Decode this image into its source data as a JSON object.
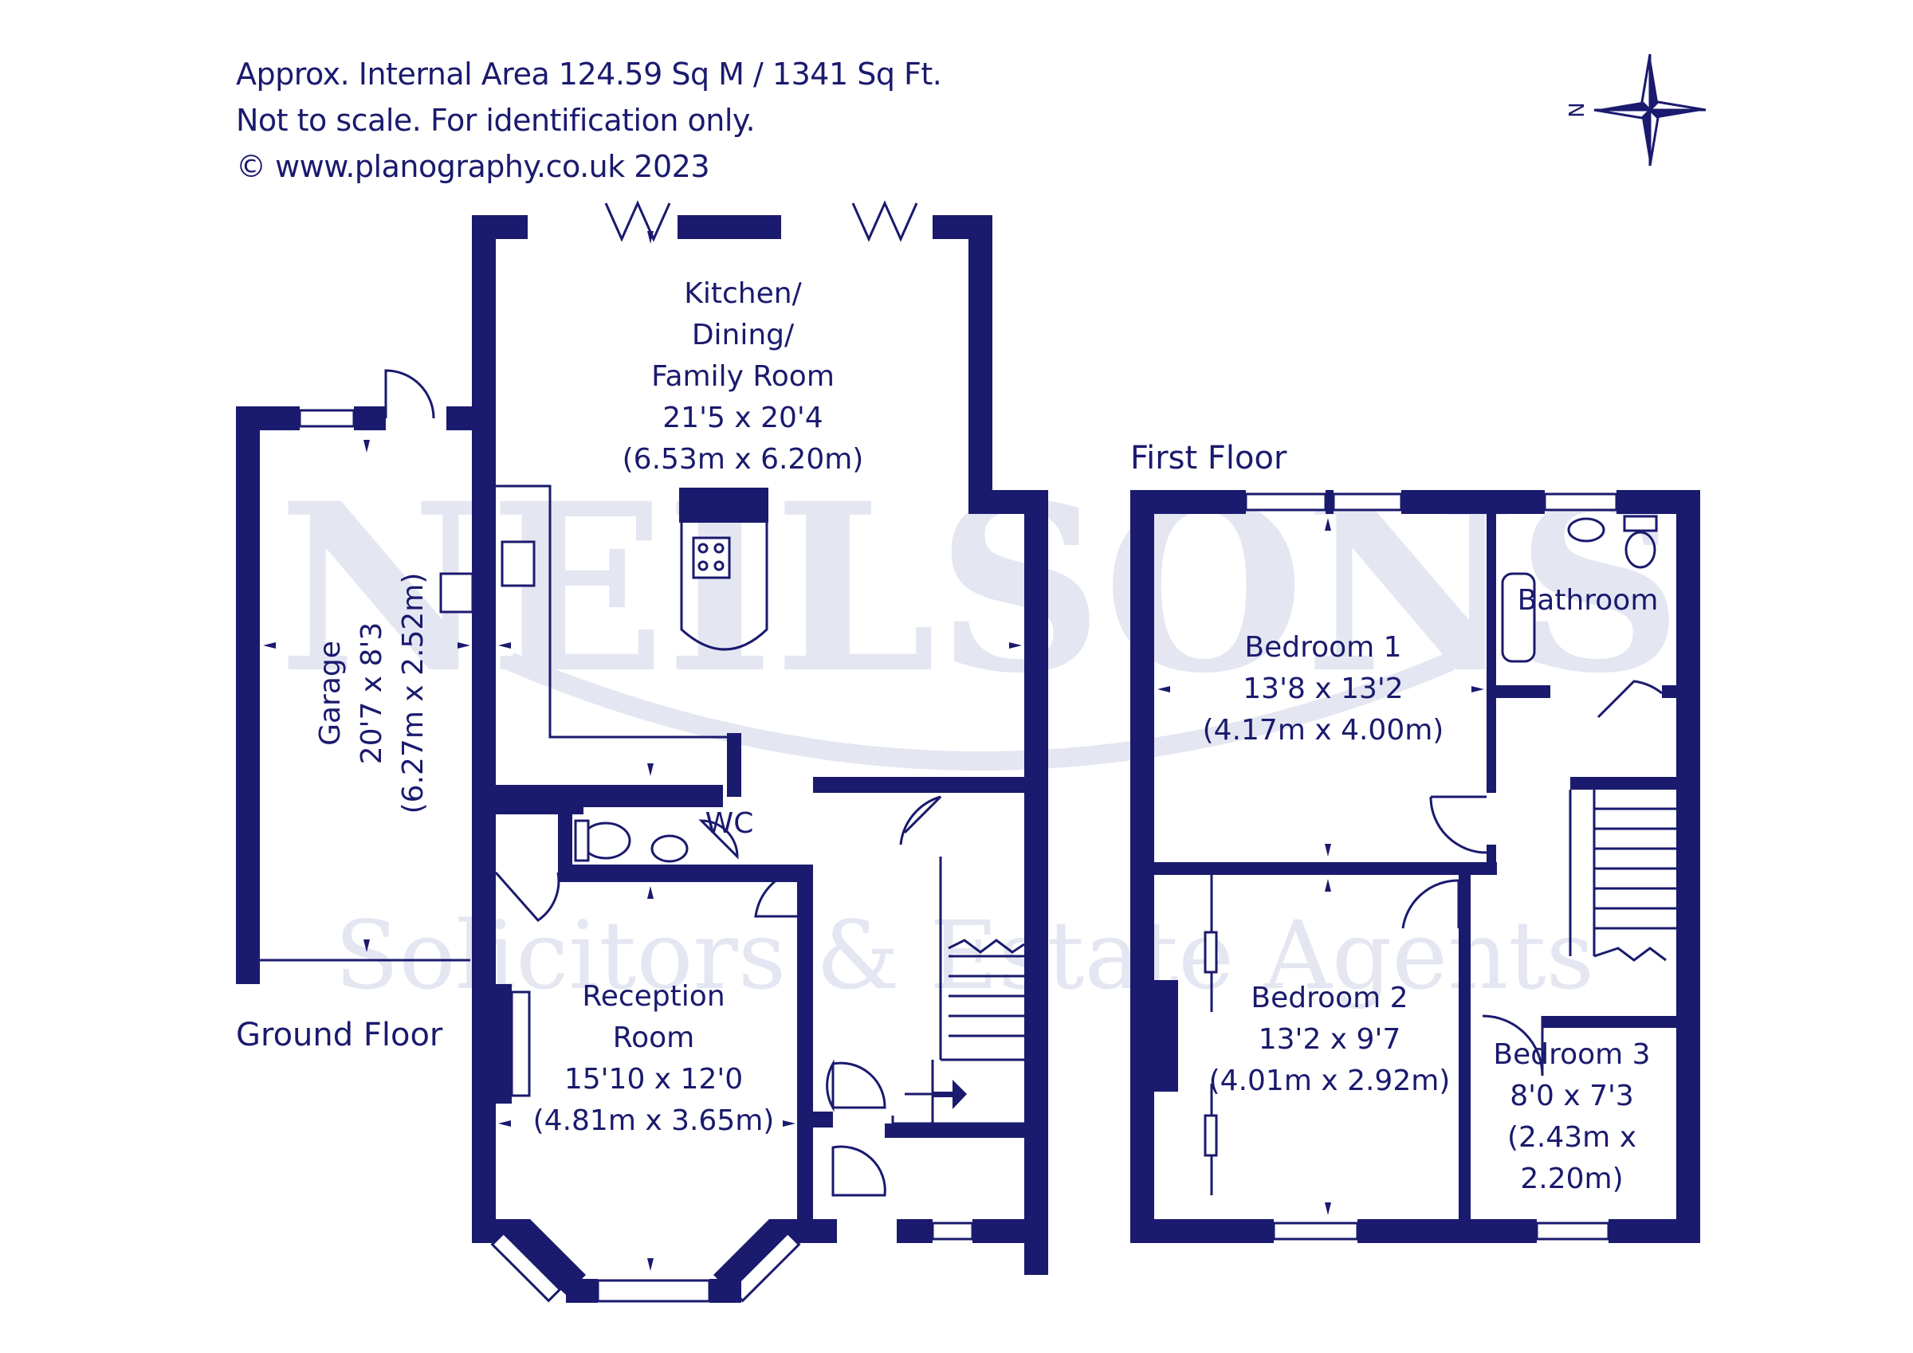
{
  "header": {
    "line1": "Approx. Internal Area 124.59 Sq M / 1341 Sq Ft.",
    "line2": "Not to scale. For identification only.",
    "line3": "© www.planography.co.uk 2023"
  },
  "compass": {
    "label": "N"
  },
  "watermark": {
    "brand": "NEILSONS",
    "tagline": "Solicitors & Estate Agents"
  },
  "floors": {
    "ground": {
      "label": "Ground Floor"
    },
    "first": {
      "label": "First Floor"
    }
  },
  "rooms": {
    "kitchen": {
      "lines": [
        "Kitchen/",
        "Dining/",
        "Family Room",
        "21'5 x 20'4",
        "(6.53m x 6.20m)"
      ]
    },
    "garage": {
      "lines": [
        "Garage",
        "20'7 x 8'3",
        "(6.27m x 2.52m)"
      ]
    },
    "wc": {
      "name": "WC"
    },
    "reception": {
      "lines": [
        "Reception",
        "Room",
        "15'10 x 12'0",
        "(4.81m x 3.65m)"
      ]
    },
    "bedroom1": {
      "lines": [
        "Bedroom 1",
        "13'8 x 13'2",
        "(4.17m x 4.00m)"
      ]
    },
    "bathroom": {
      "name": "Bathroom"
    },
    "bedroom2": {
      "lines": [
        "Bedroom 2",
        "13'2 x 9'7",
        "(4.01m x 2.92m)"
      ]
    },
    "bedroom3": {
      "lines": [
        "Bedroom 3",
        "8'0 x 7'3",
        "(2.43m x",
        "2.20m)"
      ]
    }
  },
  "colors": {
    "wall": "#1a1a6e",
    "watermark": "#e4e6f2",
    "background": "#ffffff"
  }
}
